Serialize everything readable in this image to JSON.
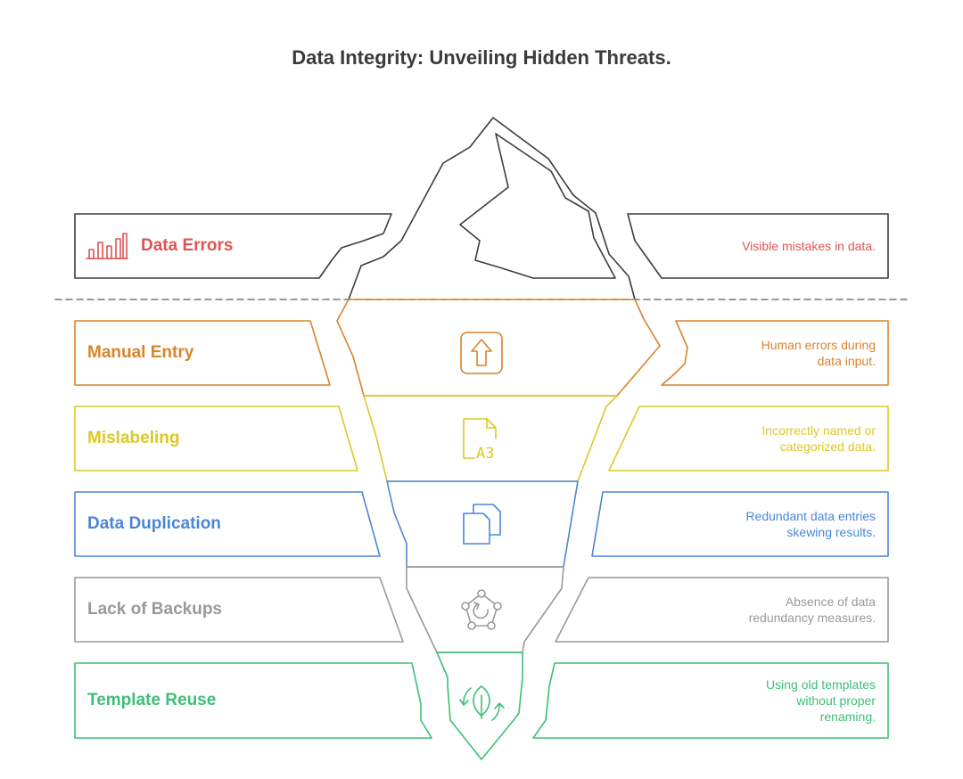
{
  "title": "Data Integrity: Unveiling Hidden Threats.",
  "layers": [
    {
      "label": "Data Errors",
      "description": "Visible mistakes in data.",
      "color": "#e05353",
      "icon": "bar-chart-icon"
    },
    {
      "label": "Manual Entry",
      "description": "Human errors during data input.",
      "color": "#d9832b",
      "icon": "upload-arrow-icon"
    },
    {
      "label": "Mislabeling",
      "description": "Incorrectly named or categorized data.",
      "color": "#dcc825",
      "icon": "file-label-icon"
    },
    {
      "label": "Data Duplication",
      "description": "Redundant data entries skewing results.",
      "color": "#4a86d8",
      "icon": "copy-documents-icon"
    },
    {
      "label": "Lack of Backups",
      "description": "Absence of data redundancy measures.",
      "color": "#999999",
      "icon": "backup-cycle-icon"
    },
    {
      "label": "Template Reuse",
      "description": "Using old templates without proper renaming.",
      "color": "#3cbf75",
      "icon": "recycle-leaf-icon"
    }
  ],
  "outline_color": "#3b3b3b"
}
